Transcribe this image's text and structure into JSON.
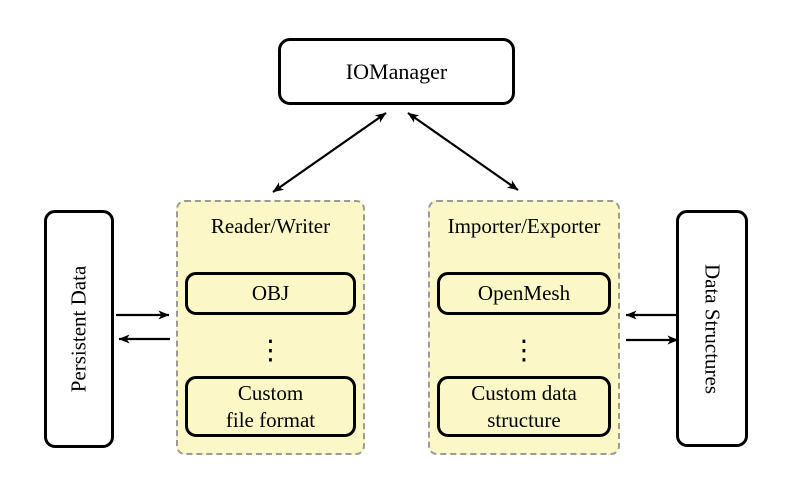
{
  "diagram": {
    "iomanager": {
      "label": "IOManager"
    },
    "persistent_data": {
      "label": "Persistent Data"
    },
    "data_structures": {
      "label": "Data Structures"
    },
    "reader_writer_panel": {
      "title": "Reader/Writer",
      "top_box": "OBJ",
      "ellipsis": "⋮",
      "bottom_box": "Custom\nfile format"
    },
    "importer_exporter_panel": {
      "title": "Importer/Exporter",
      "top_box": "OpenMesh",
      "ellipsis": "⋮",
      "bottom_box": "Custom data\nstructure"
    },
    "connections": [
      {
        "from": "IOManager",
        "to": "Reader/Writer",
        "direction": "bidirectional"
      },
      {
        "from": "IOManager",
        "to": "Importer/Exporter",
        "direction": "bidirectional"
      },
      {
        "from": "Persistent Data",
        "to": "Reader/Writer",
        "direction": "one-way"
      },
      {
        "from": "Reader/Writer",
        "to": "Persistent Data",
        "direction": "one-way"
      },
      {
        "from": "Data Structures",
        "to": "Importer/Exporter",
        "direction": "one-way"
      },
      {
        "from": "Importer/Exporter",
        "to": "Data Structures",
        "direction": "one-way"
      }
    ]
  },
  "colors": {
    "background": "#FFFFFF",
    "panel_fill": "#FBF7C6",
    "panel_dash_border": "#9A9A9A",
    "node_border": "#000000",
    "node_fill": "#FFFFFF",
    "arrow": "#000000",
    "text": "#000000"
  }
}
